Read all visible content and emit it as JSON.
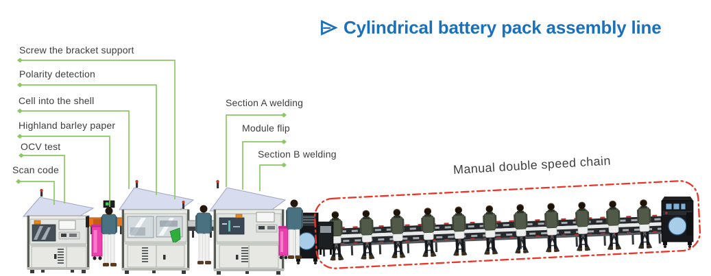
{
  "title": {
    "icon": "arrowhead-right-icon",
    "text": "Cylindrical battery pack assembly line"
  },
  "labels": {
    "left": [
      "Screw the bracket support",
      "Polarity detection",
      "Cell into the shell",
      "Highland barley paper",
      "OCV test",
      "Scan code"
    ],
    "middle": [
      "Section A welding",
      "Module flip",
      "Section B welding"
    ],
    "chain": "Manual double speed chain"
  },
  "colors": {
    "title_blue": "#1b70bc",
    "label_text": "#3c3c3c",
    "callout_green": "#8cc863",
    "chain_red": "#ee3224",
    "machine_roof": "#d8dcef",
    "machine_body": "#e9ebe7",
    "conveyor_orange": "#e8761c",
    "cart_magenta": "#ec3fae",
    "person_jacket": "#4a7180",
    "worker_jacket": "#515a49",
    "station_window_blue": "#a8cde9"
  },
  "scene": {
    "machines_count": 3,
    "standing_operators_count": 3,
    "seated_workers_count": 11,
    "chain_outline_style": "red dash-dot rounded rectangle"
  }
}
